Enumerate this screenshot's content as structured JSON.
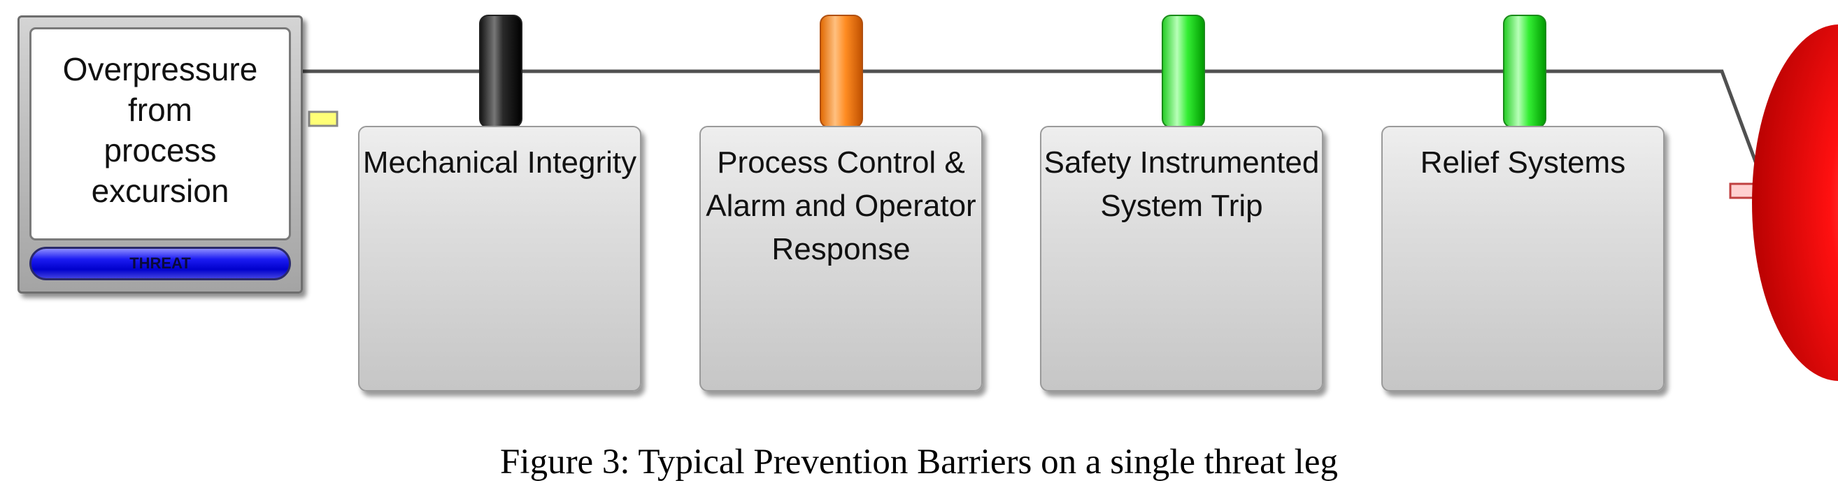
{
  "threat": {
    "lines": [
      "Overpressure from",
      "process excursion"
    ],
    "type_label": "THREAT"
  },
  "barriers": [
    {
      "lines": [
        "Mechanical Integrity"
      ],
      "indicator_color": "#3a3a3a"
    },
    {
      "lines": [
        "Process Control &",
        "Alarm and Operator",
        "Response"
      ],
      "indicator_color": "#ff8c22"
    },
    {
      "lines": [
        "Safety Instrumented",
        "System Trip"
      ],
      "indicator_color": "#22e022"
    },
    {
      "lines": [
        "Relief Systems"
      ],
      "indicator_color": "#22e022"
    }
  ],
  "top_event_color": "#ee0000",
  "caption": "Figure 3: Typical Prevention Barriers on a single threat leg"
}
